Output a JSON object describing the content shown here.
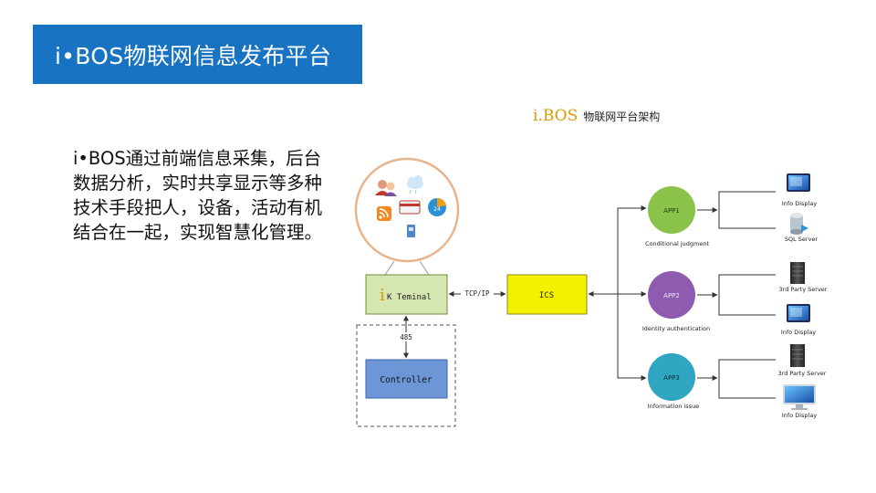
{
  "slide": {
    "title": "i•BOS物联网信息发布平台",
    "description": "i•BOS通过前端信息采集，后台数据分析，实时共享显示等多种技术手段把人，设备，活动有机结合在一起，实现智慧化管理。"
  },
  "diagram": {
    "title_brand": "i.BOS",
    "title_cn": "物联网平台架构",
    "terminal": {
      "prefix": "i",
      "label": "K Teminal"
    },
    "controller": {
      "label": "Controller"
    },
    "link_485": "485",
    "link_tcp": "TCP/IP",
    "ics": {
      "label": "ICS"
    },
    "apps": [
      {
        "label": "APP1",
        "caption": "Conditional judgment",
        "color": "#8bc34a"
      },
      {
        "label": "APP2",
        "caption": "Identity authentication",
        "color": "#8e5bb0"
      },
      {
        "label": "APP3",
        "caption": "Information issue",
        "color": "#2fa5c2"
      }
    ],
    "outputs": [
      {
        "label": "Info Display",
        "icon": "display-icon"
      },
      {
        "label": "SQL Server",
        "icon": "database-icon"
      },
      {
        "label": "3rd Party Server",
        "icon": "server-icon"
      },
      {
        "label": "Info Display",
        "icon": "display-icon"
      },
      {
        "label": "3rd Party Server",
        "icon": "server-icon"
      },
      {
        "label": "Info Display",
        "icon": "monitor-icon"
      }
    ],
    "colors": {
      "banner": "#1874c3",
      "terminal_fill": "#d5e6b0",
      "controller_fill": "#6d96d6",
      "ics_fill": "#f5f000",
      "circle_stroke": "#e8b48c"
    }
  }
}
